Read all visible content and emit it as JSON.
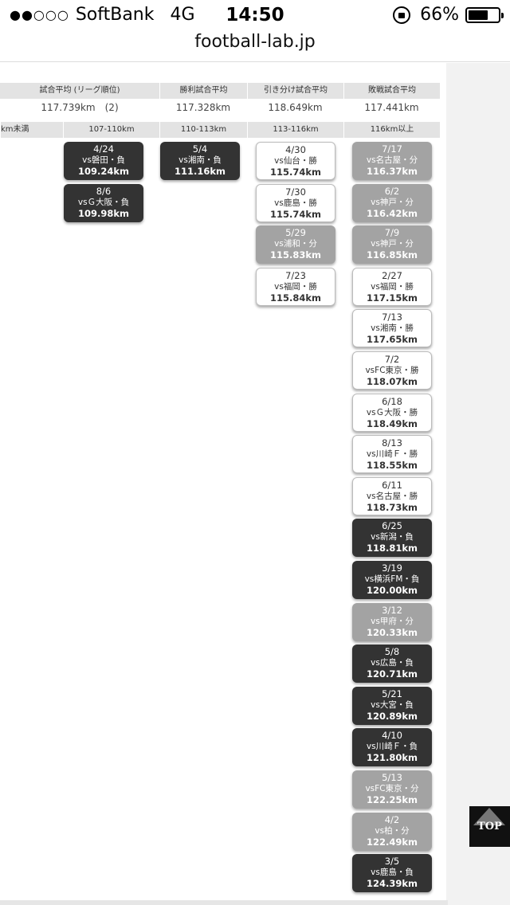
{
  "status_bar": {
    "signal": "●●○○○",
    "carrier": "SoftBank",
    "network": "4G",
    "time": "14:50",
    "battery": "66%"
  },
  "url_bar": {
    "url": "football-lab.jp"
  },
  "stats_header": {
    "labels": [
      "試合平均 (リーグ順位)",
      "勝利試合平均",
      "引き分け試合平均",
      "敗戦試合平均"
    ],
    "values": [
      "117.739km　(2)",
      "117.328km",
      "118.649km",
      "117.441km"
    ]
  },
  "range_header": [
    "km未満",
    "107-110km",
    "110-113km",
    "113-116km",
    "116km以上"
  ],
  "columns": [
    [
      {
        "date": "4/24",
        "opp": "vs磐田・負",
        "km": "109.24km",
        "result": "loss"
      },
      {
        "date": "8/6",
        "opp": "vsＧ大阪・負",
        "km": "109.98km",
        "result": "loss"
      }
    ],
    [
      {
        "date": "5/4",
        "opp": "vs湘南・負",
        "km": "111.16km",
        "result": "loss"
      }
    ],
    [
      {
        "date": "4/30",
        "opp": "vs仙台・勝",
        "km": "115.74km",
        "result": "win"
      },
      {
        "date": "7/30",
        "opp": "vs鹿島・勝",
        "km": "115.74km",
        "result": "win"
      },
      {
        "date": "5/29",
        "opp": "vs浦和・分",
        "km": "115.83km",
        "result": "draw"
      },
      {
        "date": "7/23",
        "opp": "vs福岡・勝",
        "km": "115.84km",
        "result": "win"
      }
    ],
    [
      {
        "date": "7/17",
        "opp": "vs名古屋・分",
        "km": "116.37km",
        "result": "draw"
      },
      {
        "date": "6/2",
        "opp": "vs神戸・分",
        "km": "116.42km",
        "result": "draw"
      },
      {
        "date": "7/9",
        "opp": "vs神戸・分",
        "km": "116.85km",
        "result": "draw"
      },
      {
        "date": "2/27",
        "opp": "vs福岡・勝",
        "km": "117.15km",
        "result": "win"
      },
      {
        "date": "7/13",
        "opp": "vs湘南・勝",
        "km": "117.65km",
        "result": "win"
      },
      {
        "date": "7/2",
        "opp": "vsFC東京・勝",
        "km": "118.07km",
        "result": "win"
      },
      {
        "date": "6/18",
        "opp": "vsＧ大阪・勝",
        "km": "118.49km",
        "result": "win"
      },
      {
        "date": "8/13",
        "opp": "vs川崎Ｆ・勝",
        "km": "118.55km",
        "result": "win"
      },
      {
        "date": "6/11",
        "opp": "vs名古屋・勝",
        "km": "118.73km",
        "result": "win"
      },
      {
        "date": "6/25",
        "opp": "vs新潟・負",
        "km": "118.81km",
        "result": "loss"
      },
      {
        "date": "3/19",
        "opp": "vs横浜FM・負",
        "km": "120.00km",
        "result": "loss"
      },
      {
        "date": "3/12",
        "opp": "vs甲府・分",
        "km": "120.33km",
        "result": "draw"
      },
      {
        "date": "5/8",
        "opp": "vs広島・負",
        "km": "120.71km",
        "result": "loss"
      },
      {
        "date": "5/21",
        "opp": "vs大宮・負",
        "km": "120.89km",
        "result": "loss"
      },
      {
        "date": "4/10",
        "opp": "vs川崎Ｆ・負",
        "km": "121.80km",
        "result": "loss"
      },
      {
        "date": "5/13",
        "opp": "vsFC東京・分",
        "km": "122.25km",
        "result": "draw"
      },
      {
        "date": "4/2",
        "opp": "vs柏・分",
        "km": "122.49km",
        "result": "draw"
      },
      {
        "date": "3/5",
        "opp": "vs鹿島・負",
        "km": "124.39km",
        "result": "loss"
      }
    ]
  ],
  "top_button": {
    "label": "TOP"
  }
}
